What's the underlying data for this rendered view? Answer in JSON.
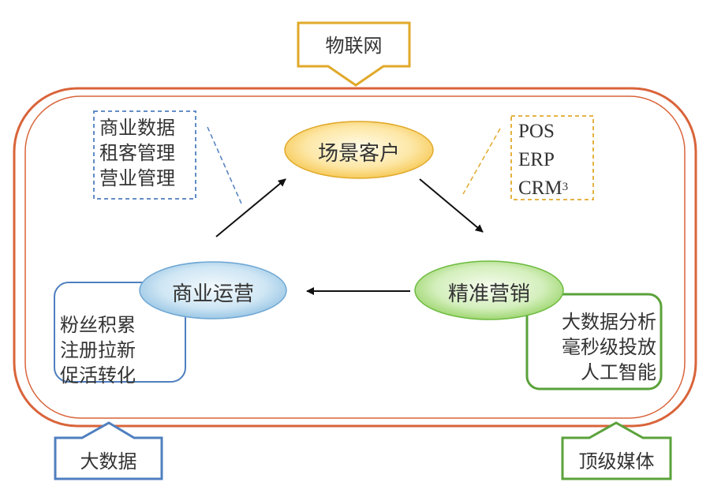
{
  "inputs": {
    "top": "物联网",
    "bottom_left": "大数据",
    "bottom_right": "顶级媒体"
  },
  "nodes": {
    "top": "场景客户",
    "left": "商业运营",
    "right": "精准营销"
  },
  "boxes": {
    "top_left": [
      "商业数据",
      "租客管理",
      "营业管理"
    ],
    "top_right": [
      "POS",
      "ERP",
      "CRM"
    ],
    "top_right_superscript": "3",
    "bottom_left": [
      "粉丝积累",
      "注册拉新",
      "促活转化"
    ],
    "bottom_right": [
      "大数据分析",
      "毫秒级投放",
      "人工智能"
    ]
  },
  "colors": {
    "frame": "#d9643a",
    "iot": "#e0a92a",
    "big_data": "#4f7fbf",
    "media": "#5aa23a",
    "node_top": "#f6c443",
    "node_left": "#7fb6de",
    "node_right": "#8dcf5e",
    "arrow": "#111111"
  }
}
